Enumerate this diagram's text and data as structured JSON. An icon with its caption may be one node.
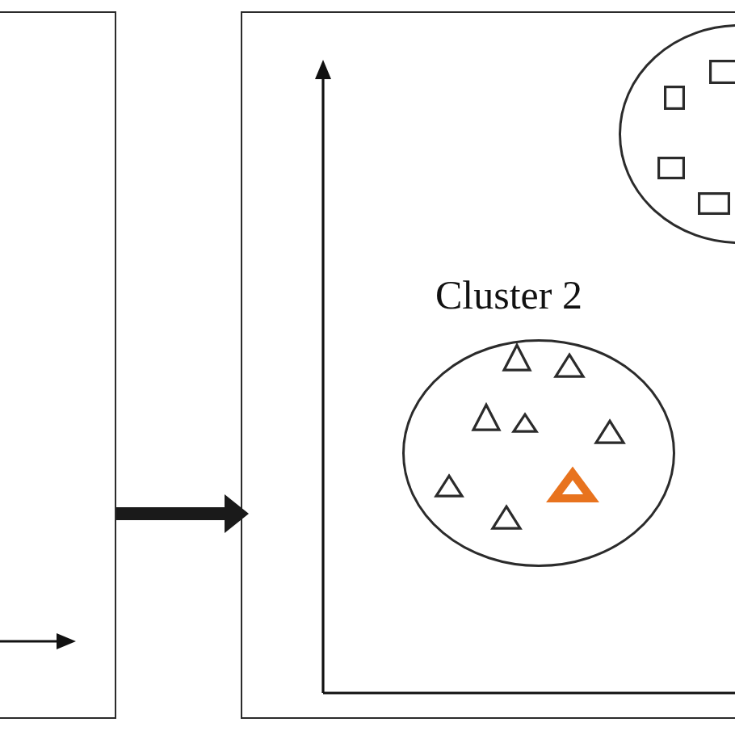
{
  "diagram": {
    "nodes": [
      {
        "text": [],
        "shape": "box"
      },
      {
        "text": [],
        "shape": "box"
      },
      {
        "text": [],
        "shape": "ellipse",
        "in": 1
      },
      {
        "text": [
          "Cluster 2"
        ],
        "in": 1
      }
    ],
    "edges": [
      {
        "from": 0,
        "to": 1,
        "arrow": "to"
      }
    ]
  }
}
